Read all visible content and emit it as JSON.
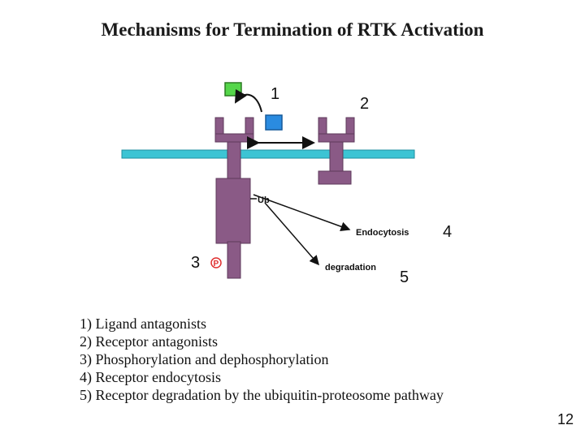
{
  "title": "Mechanisms for Termination of RTK Activation",
  "diagram": {
    "numbers": [
      "1",
      "2",
      "3",
      "4",
      "5"
    ],
    "ub_label": "Ub",
    "p_label": "P",
    "endocytosis_label": "Endocytosis",
    "degradation_label": "degradation",
    "colors": {
      "membrane": "#3cc4d4",
      "receptor": "#8a5a86",
      "ligand_antagonist": "#55d64a",
      "receptor_antagonist": "#2a8be0",
      "phospho": "#e03030"
    }
  },
  "mechanisms": [
    "1) Ligand antagonists",
    "2) Receptor antagonists",
    "3) Phosphorylation and dephosphorylation",
    "4) Receptor endocytosis",
    "5) Receptor degradation by the ubiquitin-proteosome pathway"
  ],
  "page_number": "12"
}
